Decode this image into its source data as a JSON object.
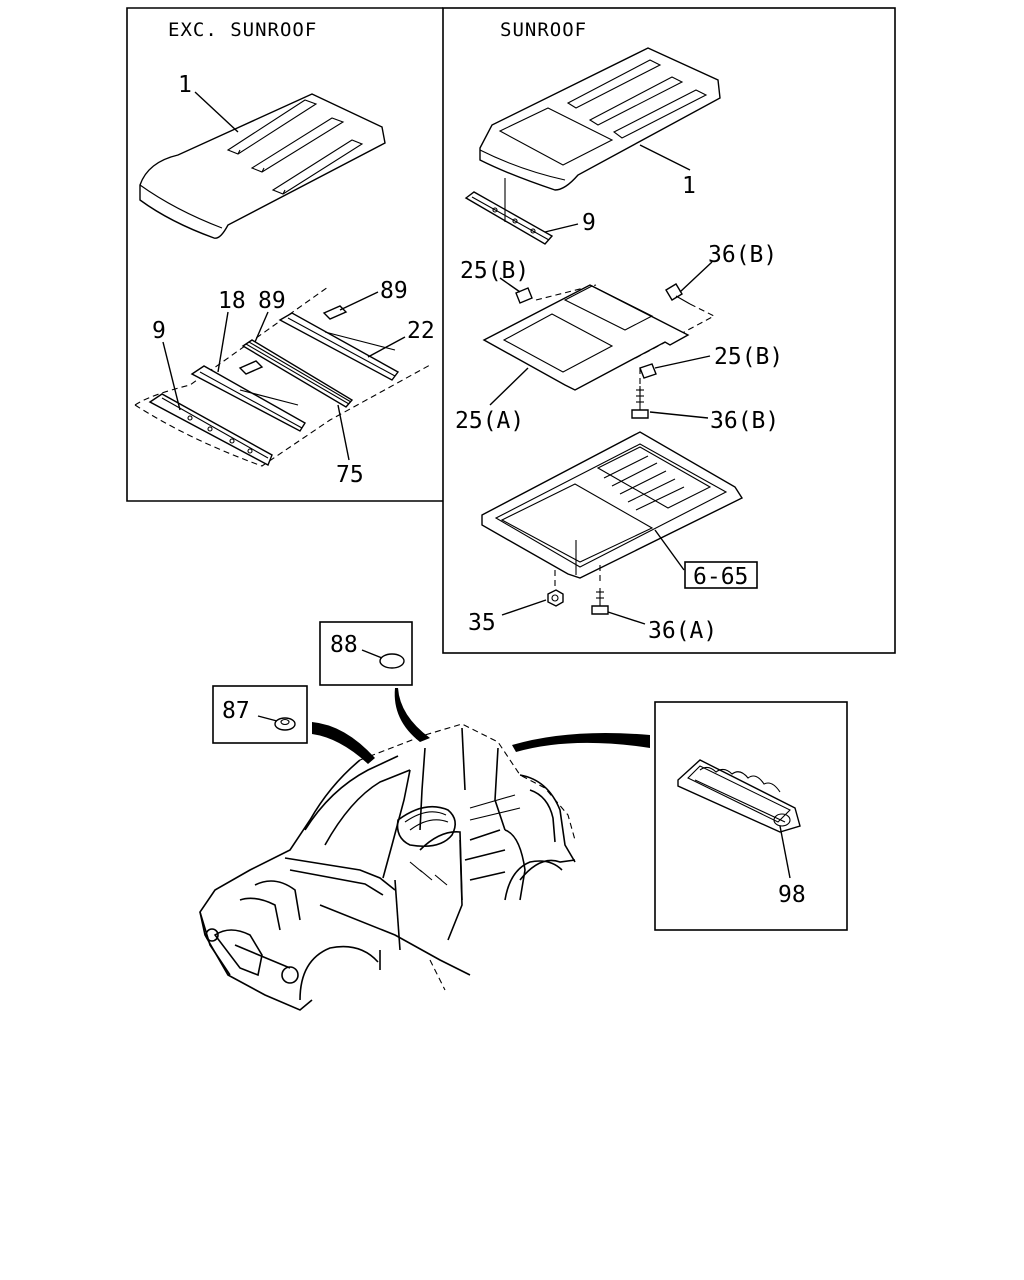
{
  "panels": {
    "exc_sunroof": {
      "title": "EXC. SUNROOF",
      "labels": {
        "roof": "1",
        "bow_front": "9",
        "bow_18": "18",
        "strip_89a": "89",
        "clip_89b": "89",
        "rail_22": "22",
        "strip_75": "75"
      }
    },
    "sunroof": {
      "title": "SUNROOF",
      "labels": {
        "roof": "1",
        "bow_front": "9",
        "bracket_25b_top": "25(B)",
        "bolt_36b_top": "36(B)",
        "bracket_25b_mid": "25(B)",
        "frame_25a": "25(A)",
        "bolt_36b_mid": "36(B)",
        "ref_6_65": "6-65",
        "nut_35": "35",
        "bolt_36a": "36(A)"
      }
    },
    "plug_88": {
      "label": "88"
    },
    "plug_87": {
      "label": "87"
    },
    "panel_98": {
      "label": "98"
    }
  }
}
